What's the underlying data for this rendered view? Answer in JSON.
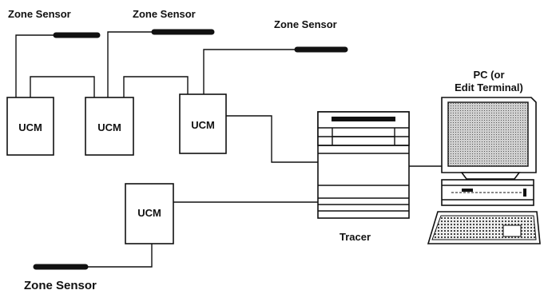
{
  "sensors": {
    "label": "Zone Sensor"
  },
  "ucm": {
    "label": "UCM"
  },
  "tracer": {
    "label": "Tracer"
  },
  "pc": {
    "line1": "PC (or",
    "line2": "Edit Terminal)"
  },
  "colors": {
    "ink": "#111111",
    "screen": "#bdbdbd",
    "background": "#ffffff"
  }
}
